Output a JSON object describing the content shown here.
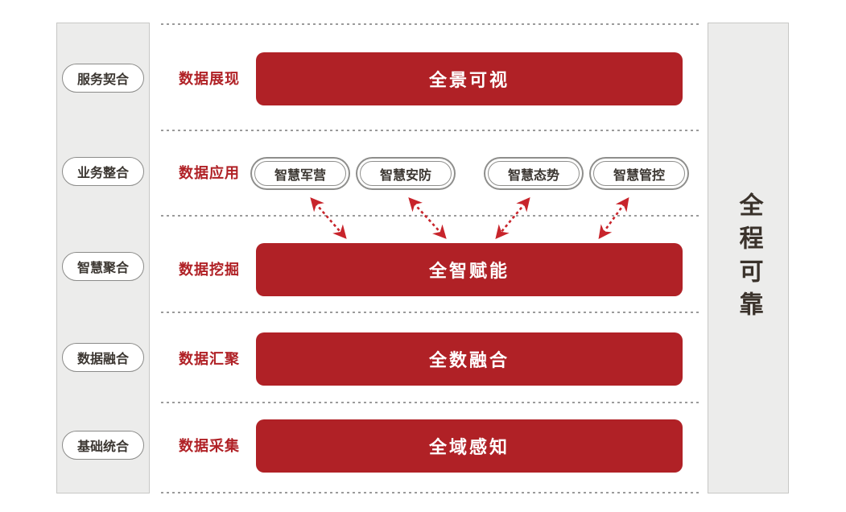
{
  "colors": {
    "accent_red": "#b02126",
    "arrow_red": "#c8242b",
    "panel_bg": "#ececeb",
    "panel_border": "#c7c7c5",
    "pill_border": "#8e8e8c",
    "text_dark": "#3b3631",
    "dotted_line": "#9b9b9b"
  },
  "left_panel": {
    "items": [
      "服务契合",
      "业务整合",
      "智慧聚合",
      "数据融合",
      "基础统合"
    ]
  },
  "right_panel": {
    "label": "全程可靠"
  },
  "rows": [
    {
      "label": "数据展现",
      "bar": "全景可视"
    },
    {
      "label": "数据应用",
      "pills": [
        "智慧军营",
        "智慧安防",
        "智慧态势",
        "智慧管控"
      ]
    },
    {
      "label": "数据挖掘",
      "bar": "全智赋能"
    },
    {
      "label": "数据汇聚",
      "bar": "全数融合"
    },
    {
      "label": "数据采集",
      "bar": "全域感知"
    }
  ]
}
